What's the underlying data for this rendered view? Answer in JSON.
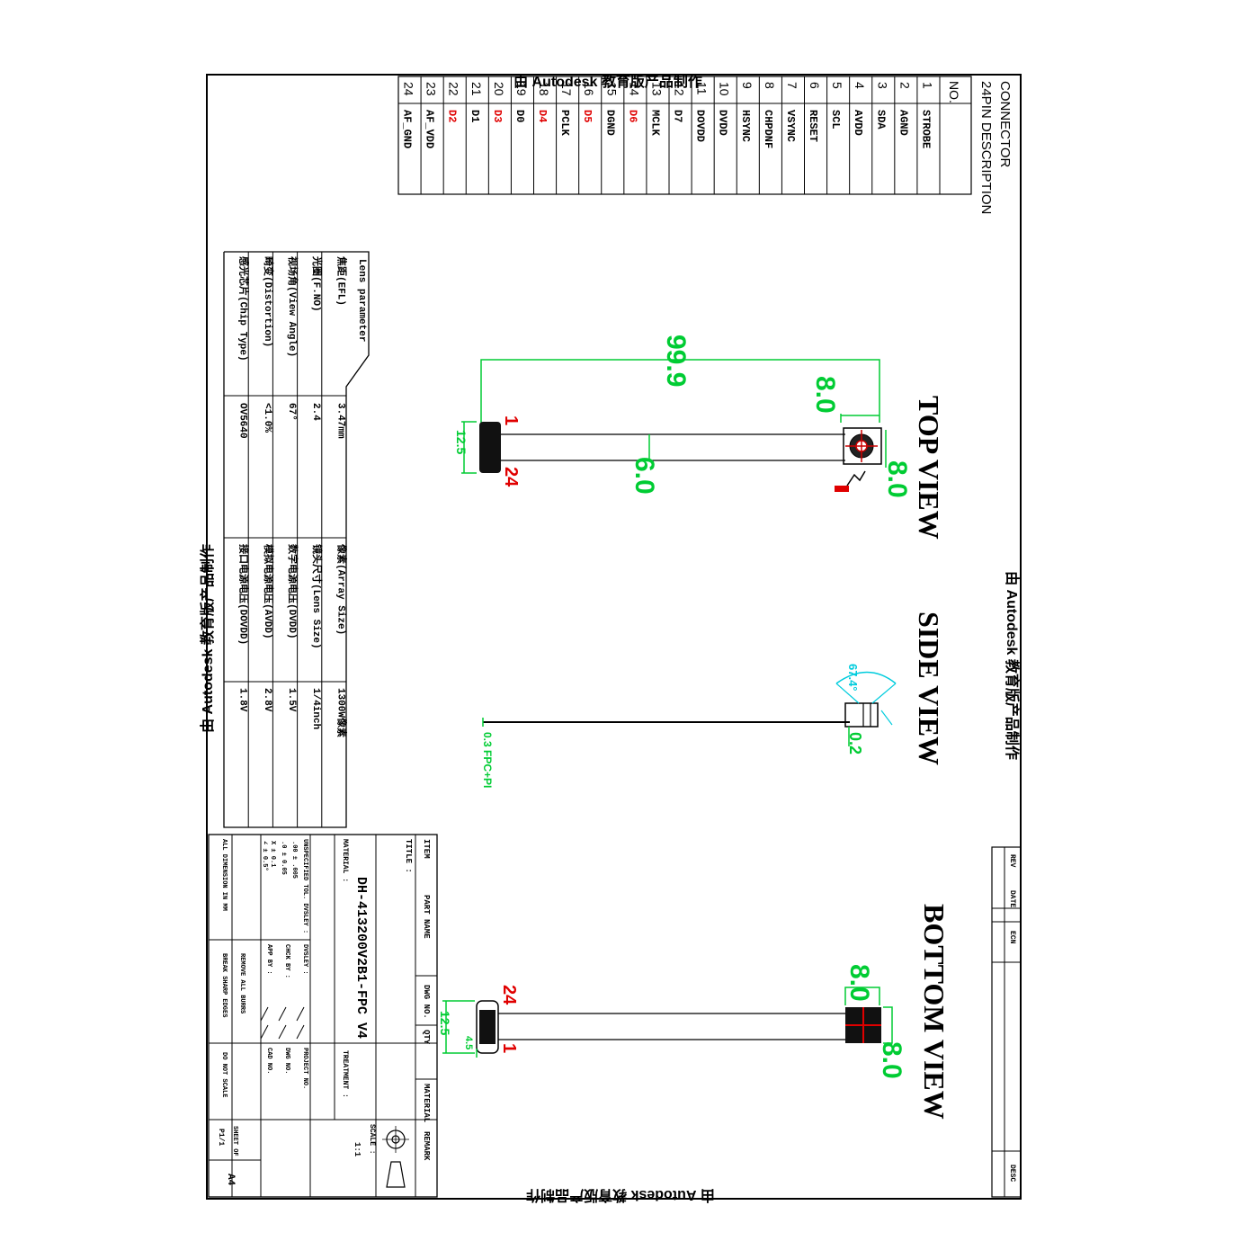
{
  "connector": {
    "title": "CONNECTOR",
    "subtitle": "24PIN DESCRIPTION",
    "no_header": "NO.",
    "pins": [
      {
        "no": "1",
        "name": "STROBE",
        "red": false
      },
      {
        "no": "2",
        "name": "AGND",
        "red": false
      },
      {
        "no": "3",
        "name": "SDA",
        "red": false
      },
      {
        "no": "4",
        "name": "AVDD",
        "red": false
      },
      {
        "no": "5",
        "name": "SCL",
        "red": false
      },
      {
        "no": "6",
        "name": "RESET",
        "red": false
      },
      {
        "no": "7",
        "name": "VSYNC",
        "red": false
      },
      {
        "no": "8",
        "name": "CHPDNF",
        "red": false
      },
      {
        "no": "9",
        "name": "HSYNC",
        "red": false
      },
      {
        "no": "10",
        "name": "DVDD",
        "red": false
      },
      {
        "no": "11",
        "name": "DOVDD",
        "red": false
      },
      {
        "no": "12",
        "name": "D7",
        "red": false
      },
      {
        "no": "13",
        "name": "MCLK",
        "red": false
      },
      {
        "no": "14",
        "name": "D6",
        "red": true
      },
      {
        "no": "15",
        "name": "DGND",
        "red": false
      },
      {
        "no": "16",
        "name": "D5",
        "red": true
      },
      {
        "no": "17",
        "name": "PCLK",
        "red": false
      },
      {
        "no": "18",
        "name": "D4",
        "red": true
      },
      {
        "no": "19",
        "name": "D0",
        "red": false
      },
      {
        "no": "20",
        "name": "D3",
        "red": true
      },
      {
        "no": "21",
        "name": "D1",
        "red": false
      },
      {
        "no": "22",
        "name": "D2",
        "red": true
      },
      {
        "no": "23",
        "name": "AF_VDD",
        "red": false
      },
      {
        "no": "24",
        "name": "AF_GND",
        "red": false
      }
    ]
  },
  "watermark": {
    "text": "由 Autodesk 教育版产品制作"
  },
  "views": {
    "top": "TOP VIEW",
    "side": "SIDE VIEW",
    "bottom": "BOTTOM VIEW"
  },
  "dimensions": {
    "length": "99.9",
    "module_a": "8.0",
    "module_b": "8.0",
    "width": "6.0",
    "connector_w": "12.5",
    "pin_first": "1",
    "pin_last": "24",
    "side_angle": "67.4°",
    "side_thick": "0.2",
    "side_fpc": "0.3 FPC+PI",
    "bottom_a": "8.0",
    "bottom_b": "8.0",
    "bottom_conn_w": "12.5",
    "bottom_conn_h": "4.5",
    "bottom_pin_first": "1",
    "bottom_pin_last": "24"
  },
  "lens": {
    "header": "Lens parameter",
    "rows_left": [
      {
        "label": "焦距(EFL)",
        "value": "3.47mm"
      },
      {
        "label": "光圈(F.NO)",
        "value": "2.4"
      },
      {
        "label": "视场角(View Angle)",
        "value": "67°"
      },
      {
        "label": "畸变(Distortion)",
        "value": "<1.0%"
      },
      {
        "label": "感光芯片(Chip Type)",
        "value": "OV5640"
      }
    ],
    "rows_right": [
      {
        "label": "像素(Array Size)",
        "value": "1300W像素"
      },
      {
        "label": "镜头尺寸(Lens Size)",
        "value": "1/4inch"
      },
      {
        "label": "数字电源电压(DVDD)",
        "value": "1.5V"
      },
      {
        "label": "模拟电源电压(AVDD)",
        "value": "2.8V"
      },
      {
        "label": "接口电源电压(DOVDD)",
        "value": "1.8V"
      }
    ]
  },
  "title_block": {
    "item": "ITEM",
    "part_name": "PART NAME",
    "dwg_no": "DWG NO.",
    "qty": "QTY",
    "material": "MATERIAL",
    "remark": "REMARK",
    "title_label": "TITLE :",
    "title_value": "DH-413200V2B1-FPC V4",
    "material_label": "MATERIAL :",
    "tolerance_label": "TREATMENT :",
    "scale_label": "SCALE :",
    "scale_value": "1:1",
    "unspecified_tol": "UNSPECIFIED TOL. DVSLEY :",
    "tol1": ".00 ± .005",
    "tol2": ".0 ± 0.05",
    "tol3": "X ± 0.1",
    "tol4": "∠ ± 0.5°",
    "drawn": "DVSLEY :",
    "checked": "CHCK BY :",
    "approved": "APP BY :",
    "project_no": "PROJECT NO.",
    "dwg_no2": "DWG NO.",
    "cad_no": "CAD NO.",
    "all_dim": "ALL DIMENSION IN MM",
    "remove_burrs": "REMOVE ALL BURRS",
    "break_edges": "BREAK SHARP EDGES",
    "do_not_scale": "DO NOT SCALE",
    "sheet": "SHEET OF",
    "sheet_value": "P1/1",
    "size": "A4"
  },
  "revision": {
    "rev": "REV",
    "date": "DATE",
    "ecn": "ECN",
    "desc": "DESC"
  }
}
